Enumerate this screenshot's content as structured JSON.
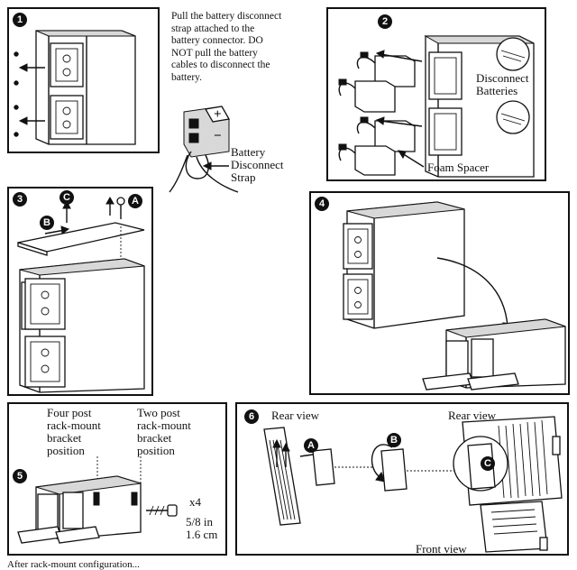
{
  "steps": [
    {
      "number": "1"
    },
    {
      "number": "2"
    },
    {
      "number": "3"
    },
    {
      "number": "4"
    },
    {
      "number": "5"
    },
    {
      "number": "6"
    }
  ],
  "instruction": {
    "line1": "Pull the battery disconnect",
    "line2": "strap attached to the",
    "line3": "battery connector. DO",
    "line4": "NOT pull the battery",
    "line5": "cables to disconnect the",
    "line6": "battery.",
    "plus_sign": "+",
    "minus_sign": "−",
    "strap_label_1": "Battery",
    "strap_label_2": "Disconnect",
    "strap_label_3": "Strap"
  },
  "panel2": {
    "disconnect_1": "Disconnect",
    "disconnect_2": "Batteries",
    "foam_spacer": "Foam Spacer"
  },
  "panel3": {
    "marker_a": "A",
    "marker_b": "B",
    "marker_c": "C"
  },
  "panel5": {
    "four_post_1": "Four post",
    "four_post_2": "rack-mount",
    "four_post_3": "bracket",
    "four_post_4": "position",
    "two_post_1": "Two post",
    "two_post_2": "rack-mount",
    "two_post_3": "bracket",
    "two_post_4": "position",
    "screw_qty": "x4",
    "screw_size_in": "5/8 in",
    "screw_size_cm": "1.6 cm"
  },
  "panel6": {
    "rear_view_left": "Rear view",
    "rear_view_right": "Rear view",
    "front_view": "Front view",
    "marker_a": "A",
    "marker_b": "B",
    "marker_c": "C"
  },
  "footer": "After rack-mount configuration..."
}
